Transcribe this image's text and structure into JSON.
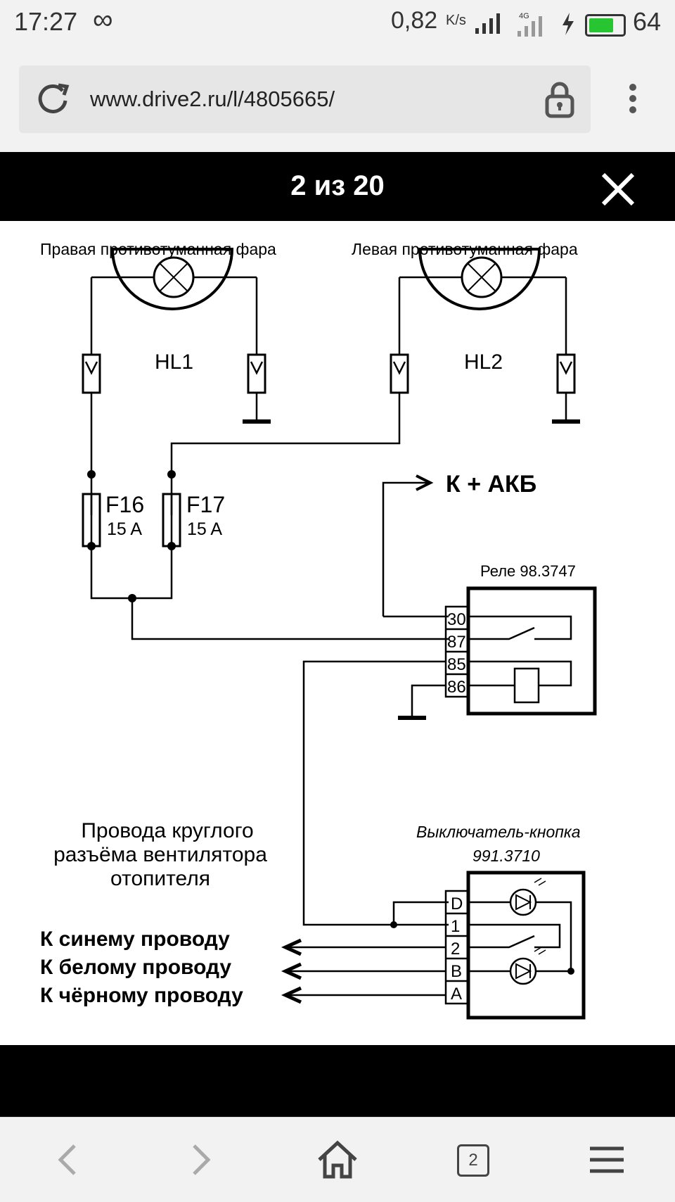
{
  "status_bar": {
    "time": "17:27",
    "infinity": "∞",
    "speed": "0,82",
    "speed_unit": "K/s",
    "network": "4G",
    "battery": "64",
    "battery_color": "#27c531"
  },
  "browser": {
    "url": "www.drive2.ru/l/4805665/",
    "tab_count": "2"
  },
  "viewer": {
    "counter": "2 из 20"
  },
  "diagram": {
    "right_lamp_label": "Правая противотуманная фара",
    "left_lamp_label": "Левая противотуманная фара",
    "hl1": "HL1",
    "hl2": "HL2",
    "f16": "F16",
    "f16_rating": "15 A",
    "f17": "F17",
    "f17_rating": "15 A",
    "battery_label": "К + АКБ",
    "relay_label": "Реле 98.3747",
    "relay_pins": [
      "30",
      "87",
      "85",
      "86"
    ],
    "switch_label_1": "Выключатель-кнопка",
    "switch_label_2": "991.3710",
    "switch_pins": [
      "D",
      "1",
      "2",
      "B",
      "A"
    ],
    "wires_title_1": "Провода круглого",
    "wires_title_2": "разъёма вентилятора",
    "wires_title_3": "отопителя",
    "wire_blue": "К синему проводу",
    "wire_white": "К белому проводу",
    "wire_black": "К чёрному проводу"
  }
}
